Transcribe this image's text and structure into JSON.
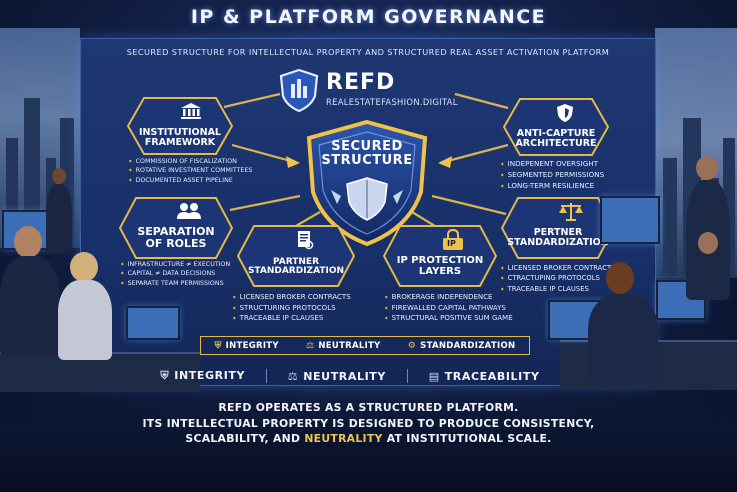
{
  "title": "IP & PLATFORM GOVERNANCE",
  "subtitle": "SECURED STRUCTURE FOR INTELLECTUAL PROPERTY AND STRUCTURED REAL ASSET ACTIVATION PLATFORM",
  "brand": {
    "name": "REFD",
    "url": "REALESTATEFASHION.DIGITAL"
  },
  "center": {
    "line1": "SECURED",
    "line2": "STRUCTURE"
  },
  "pillars": {
    "institutional": {
      "line1": "INSTITUTIONAL",
      "line2": "FRAMEWORK",
      "bullets": [
        "COMMISSION OF FISCALIZATION",
        "ROTATIVE INVESTMENT COMMITTEES",
        "DOCUMENTED ASSET PIPELINE"
      ]
    },
    "anti_capture": {
      "line1": "ANTI-CAPTURE",
      "line2": "ARCHITECTURE",
      "bullets": [
        "INDEPENENT OVERSIGHT",
        "SEGMENTED PERMISSIONS",
        "LONG-TERM RESILIENCE"
      ]
    },
    "separation": {
      "line1": "SEPARATION",
      "line2": "OF ROLES",
      "bullets": [
        "INFRASTRUCTURE ≠ EXECUTION",
        "CAPITAL ≠ DATA DECISIONS",
        "SEPARATE TEAM PERMISSIONS"
      ]
    },
    "partner_left": {
      "line1": "PARTNER",
      "line2": "STANDARDIZATION",
      "bullets": [
        "LICENSED BROKER CONTRACTS",
        "STRUCTURING PROTOCOLS",
        "TRACEABLE IP CLAUSES"
      ]
    },
    "ip_protection": {
      "badge": "IP",
      "line1": "IP PROTECTION",
      "line2": "LAYERS",
      "bullets": [
        "BROKERAGE INDEPENDENCE",
        "FIREWALLED CAPITAL PATHWAYS",
        "STRUCTURAL POSITIVE SUM GAME"
      ]
    },
    "partner_right": {
      "line1": "PERTNER",
      "line2": "STANDARDIZATION",
      "bullets": [
        "LICENSED BROKER CONTRACTS",
        "CTRACTUPING PROTOCOLS",
        "TRACEABLE IP CLAUSES"
      ]
    }
  },
  "tagbar": [
    "INTEGRITY",
    "NEUTRALITY",
    "STANDARDIZATION"
  ],
  "valuebar": [
    "INTEGRITY",
    "NEUTRALITY",
    "TRACEABILITY"
  ],
  "footer": {
    "line1": "REFD OPERATES AS A STRUCTURED PLATFORM.",
    "line2": "ITS INTELLECTUAL PROPERTY IS DESIGNED TO PRODUCE CONSISTENCY,",
    "line3_a": "SCALABILITY, AND",
    "line3_hl": "NEUTRALITY",
    "line3_b": "AT INSTITUTIONAL SCALE."
  },
  "colors": {
    "gold": "#e4b84a",
    "navy": "#13224a",
    "panel": "#1f3872"
  },
  "icons": [
    "building-icon",
    "shield-icon",
    "people-icon",
    "document-icon",
    "lock-icon",
    "scales-icon"
  ]
}
